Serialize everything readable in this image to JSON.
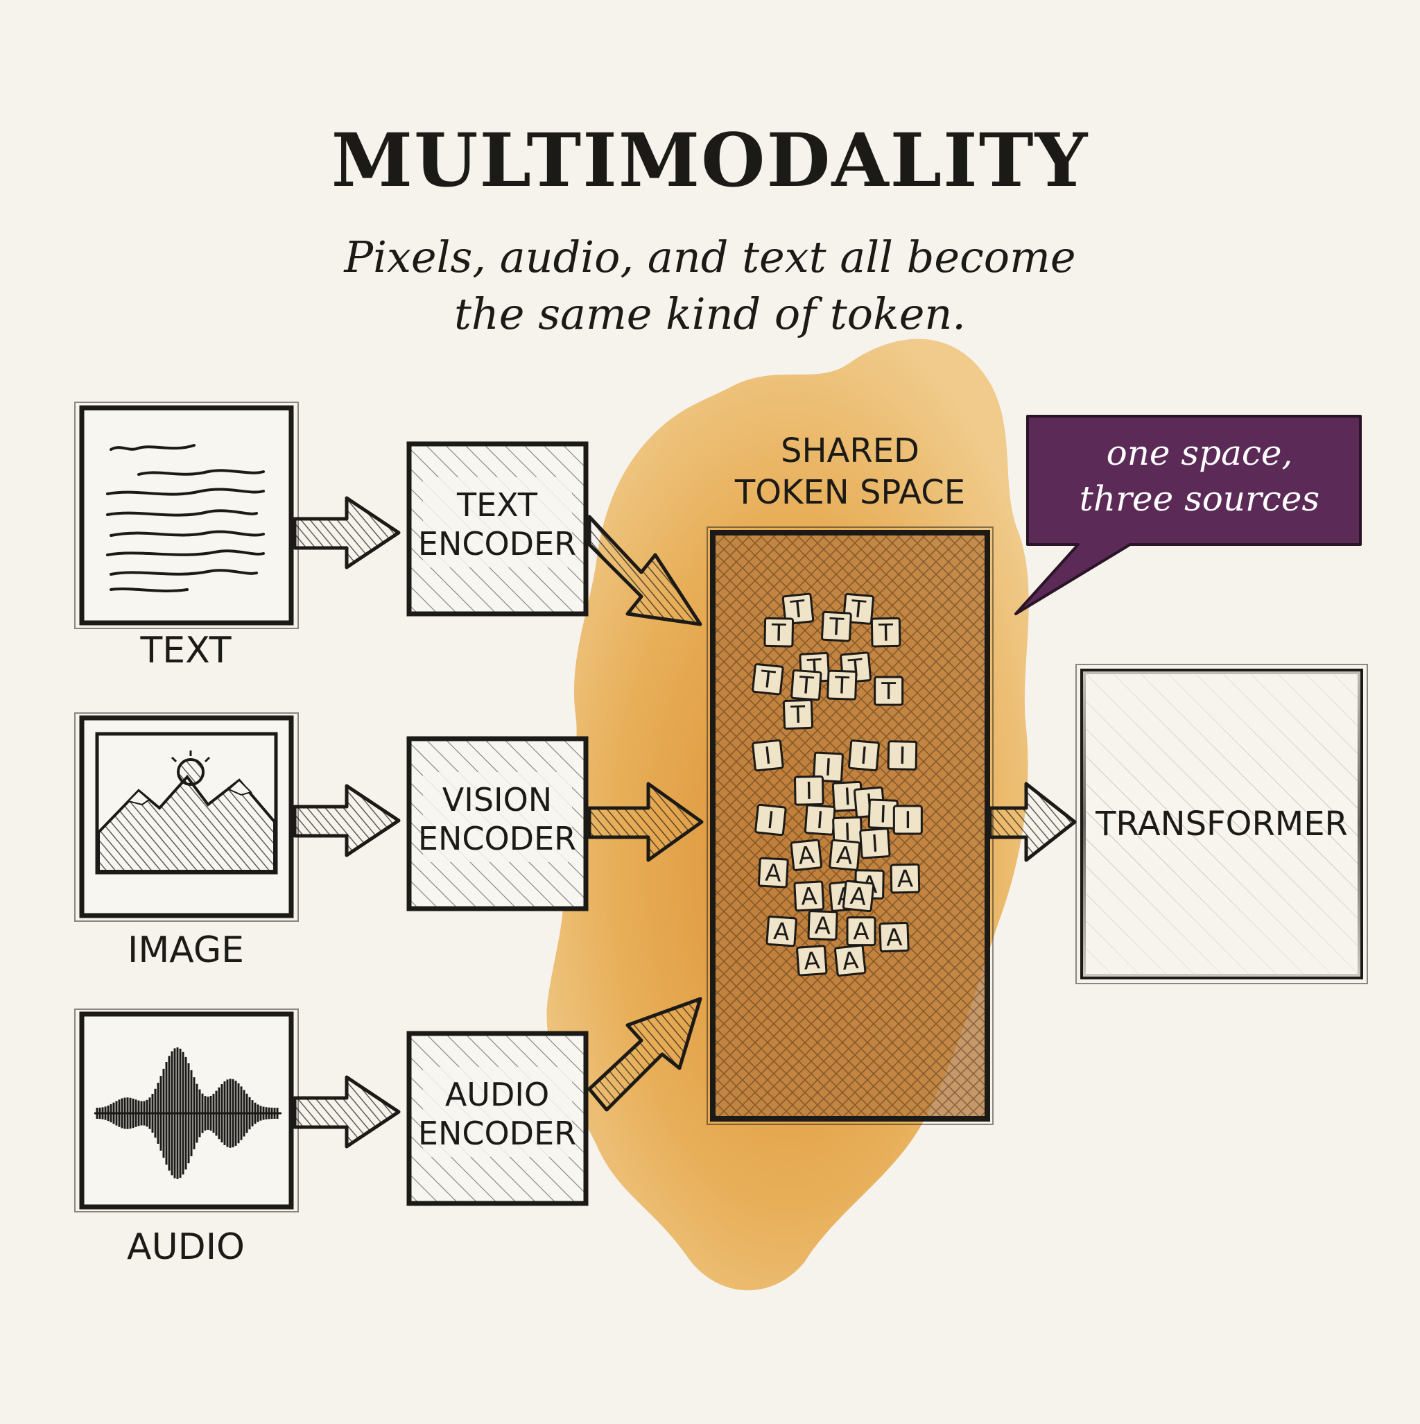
{
  "title": "MULTIMODALITY",
  "subtitle": [
    "Pixels, audio, and text all become",
    "the same kind of token."
  ],
  "inputs": [
    {
      "label": "TEXT",
      "icon": "text-document-icon"
    },
    {
      "label": "IMAGE",
      "icon": "landscape-image-icon"
    },
    {
      "label": "AUDIO",
      "icon": "audio-waveform-icon"
    }
  ],
  "encoders": [
    {
      "lines": [
        "TEXT",
        "ENCODER"
      ]
    },
    {
      "lines": [
        "VISION",
        "ENCODER"
      ]
    },
    {
      "lines": [
        "AUDIO",
        "ENCODER"
      ]
    }
  ],
  "shared_space": {
    "lines": [
      "SHARED",
      "TOKEN SPACE"
    ]
  },
  "callout": {
    "lines": [
      "one space,",
      "three sources"
    ]
  },
  "transformer": {
    "label": "TRANSFORMER"
  },
  "tokens": {
    "T": [
      [
        0.26,
        0.13
      ],
      [
        0.48,
        0.13
      ],
      [
        0.4,
        0.16
      ],
      [
        0.19,
        0.17
      ],
      [
        0.58,
        0.17
      ],
      [
        0.32,
        0.23
      ],
      [
        0.47,
        0.23
      ],
      [
        0.15,
        0.25
      ],
      [
        0.29,
        0.26
      ],
      [
        0.42,
        0.26
      ],
      [
        0.59,
        0.27
      ],
      [
        0.26,
        0.31
      ]
    ],
    "I": [
      [
        0.15,
        0.38
      ],
      [
        0.5,
        0.38
      ],
      [
        0.37,
        0.4
      ],
      [
        0.64,
        0.38
      ],
      [
        0.3,
        0.44
      ],
      [
        0.44,
        0.45
      ],
      [
        0.52,
        0.46
      ],
      [
        0.16,
        0.49
      ],
      [
        0.34,
        0.49
      ],
      [
        0.57,
        0.48
      ],
      [
        0.66,
        0.49
      ],
      [
        0.44,
        0.51
      ],
      [
        0.54,
        0.53
      ]
    ],
    "A": [
      [
        0.29,
        0.55
      ],
      [
        0.43,
        0.55
      ],
      [
        0.17,
        0.58
      ],
      [
        0.52,
        0.6
      ],
      [
        0.65,
        0.59
      ],
      [
        0.3,
        0.62
      ],
      [
        0.43,
        0.62
      ],
      [
        0.48,
        0.62
      ],
      [
        0.2,
        0.68
      ],
      [
        0.35,
        0.67
      ],
      [
        0.49,
        0.68
      ],
      [
        0.61,
        0.69
      ],
      [
        0.31,
        0.73
      ],
      [
        0.45,
        0.73
      ]
    ]
  },
  "colors": {
    "ink": "#1c1a17",
    "paper": "#f6f3ec",
    "token_wash": "#e5a23e",
    "token_wash_deep": "#d98a2c",
    "shared_box": "#b77a3c",
    "callout": "#5b2a57",
    "token_tile": "#efe3c8"
  }
}
